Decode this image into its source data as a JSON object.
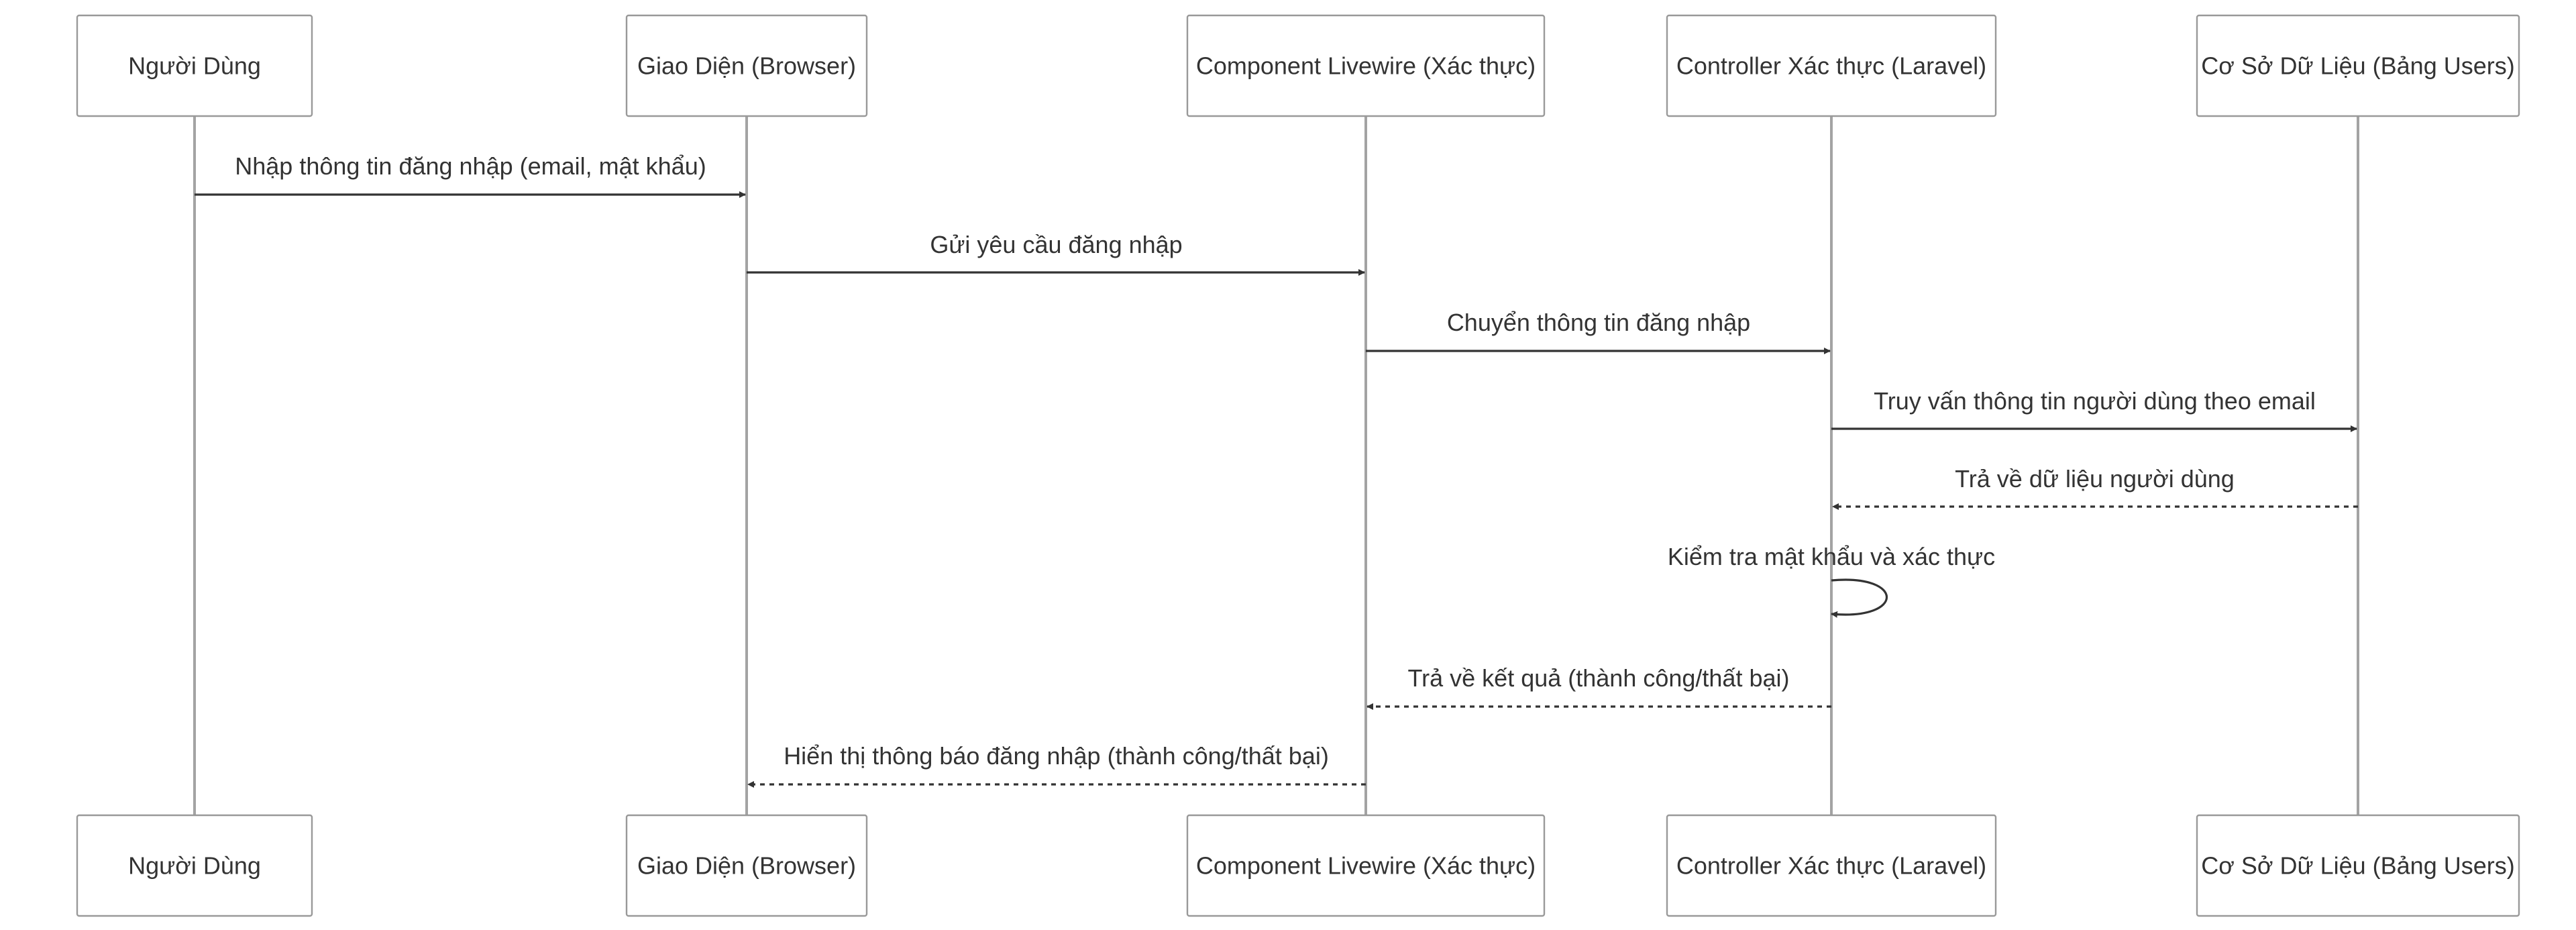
{
  "diagram": {
    "type": "sequence",
    "participants": [
      {
        "id": "user",
        "label": "Người Dùng"
      },
      {
        "id": "browser",
        "label": "Giao Diện (Browser)"
      },
      {
        "id": "livewire",
        "label": "Component Livewire (Xác thực)"
      },
      {
        "id": "controller",
        "label": "Controller Xác thực (Laravel)"
      },
      {
        "id": "database",
        "label": "Cơ Sở Dữ Liệu (Bảng Users)"
      }
    ],
    "messages": [
      {
        "from": "user",
        "to": "browser",
        "label": "Nhập thông tin đăng nhập (email, mật khẩu)",
        "style": "solid"
      },
      {
        "from": "browser",
        "to": "livewire",
        "label": "Gửi yêu cầu đăng nhập",
        "style": "solid"
      },
      {
        "from": "livewire",
        "to": "controller",
        "label": "Chuyển thông tin đăng nhập",
        "style": "solid"
      },
      {
        "from": "controller",
        "to": "database",
        "label": "Truy vấn thông tin người dùng theo email",
        "style": "solid"
      },
      {
        "from": "database",
        "to": "controller",
        "label": "Trả về dữ liệu người dùng",
        "style": "dashed"
      },
      {
        "from": "controller",
        "to": "controller",
        "label": "Kiểm tra mật khẩu và xác thực",
        "style": "solid"
      },
      {
        "from": "controller",
        "to": "livewire",
        "label": "Trả về kết quả (thành công/thất bại)",
        "style": "dashed"
      },
      {
        "from": "livewire",
        "to": "browser",
        "label": "Hiển thị thông báo đăng nhập (thành công/thất bại)",
        "style": "dashed"
      }
    ],
    "colors": {
      "line": "#333333",
      "lifeline": "#a3a3a3",
      "box_border": "#999999",
      "text": "#333333",
      "background": "#ffffff"
    }
  }
}
